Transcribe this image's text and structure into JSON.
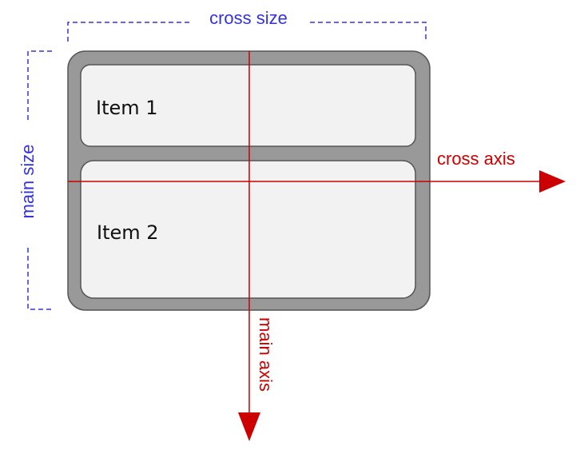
{
  "labels": {
    "cross_size": "cross size",
    "main_size": "main size",
    "cross_axis": "cross axis",
    "main_axis": "main axis"
  },
  "items": [
    {
      "label": "Item 1"
    },
    {
      "label": "Item 2"
    }
  ],
  "colors": {
    "container_fill": "#999999",
    "container_stroke": "#555555",
    "item_fill": "#f2f2f2",
    "size_bracket": "#3333dd",
    "axis": "#cc0000"
  }
}
